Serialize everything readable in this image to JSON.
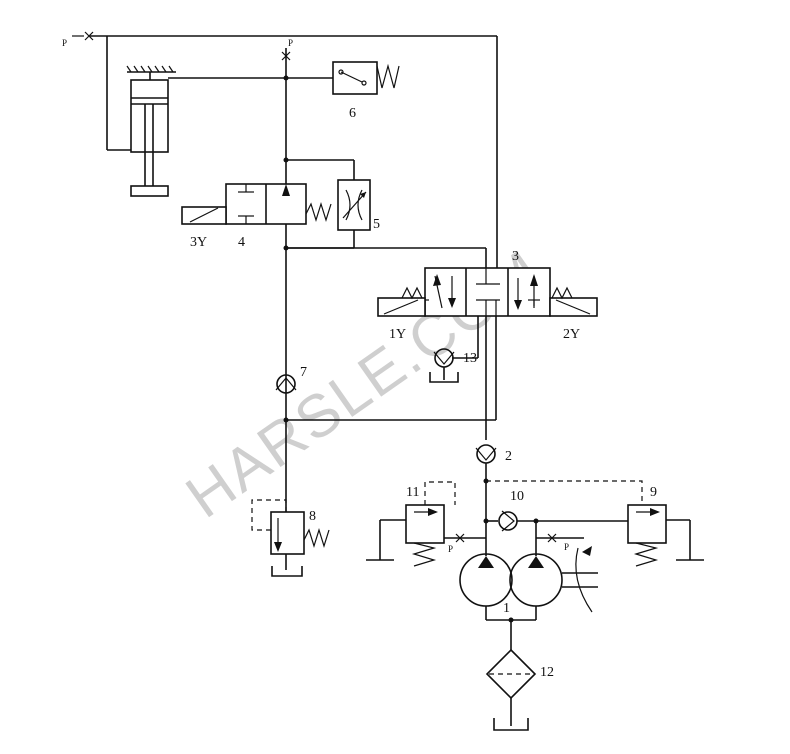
{
  "diagram": {
    "watermark": "HARSLE.COM",
    "labels": {
      "c1": "1",
      "c2": "2",
      "c3": "3",
      "c4": "4",
      "c5": "5",
      "c6": "6",
      "c7": "7",
      "c8": "8",
      "c9": "9",
      "c10": "10",
      "c11": "11",
      "c12": "12",
      "c13": "13",
      "sol1": "1Y",
      "sol2": "2Y",
      "sol3": "3Y"
    },
    "gauge_marks": {
      "g_top_left": "P",
      "g_top": "P",
      "g_left_pump": "P",
      "g_right_pump": "P"
    }
  }
}
